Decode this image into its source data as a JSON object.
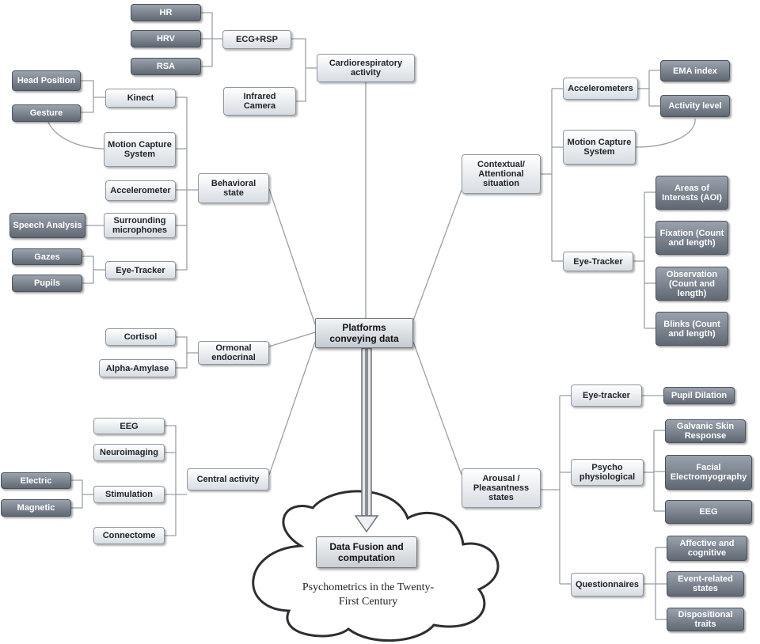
{
  "nodes": {
    "platforms": "Platforms conveying data",
    "data_fusion": "Data Fusion and computation",
    "subtitle": "Psychometrics in the Twenty-First Century",
    "cardio": "Cardiorespiratory activity",
    "ecg_rsp": "ECG+RSP",
    "hr": "HR",
    "hrv": "HRV",
    "rsa": "RSA",
    "infrared": "Infrared Camera",
    "behavioral": "Behavioral state",
    "kinect": "Kinect",
    "head_position": "Head Position",
    "gesture": "Gesture",
    "motion_left": "Motion Capture System",
    "accelerometer": "Accelerometer",
    "surrounding": "Surrounding microphones",
    "speech": "Speech Analysis",
    "eye_left": "Eye-Tracker",
    "gazes": "Gazes",
    "pupils": "Pupils",
    "ormonal": "Ormonal endocrinal",
    "cortisol": "Cortisol",
    "amylase": "Alpha-Amylase",
    "central": "Central activity",
    "eeg_left": "EEG",
    "neuroimaging": "Neuroimaging",
    "stimulation": "Stimulation",
    "electric": "Electric",
    "magnetic": "Magnetic",
    "connectome": "Connectome",
    "contextual": "Contextual/ Attentional situation",
    "accelerometers": "Accelerometers",
    "ema": "EMA index",
    "activity": "Activity level",
    "motion_right": "Motion Capture System",
    "eye_right": "Eye-Tracker",
    "aoi": "Areas of Interests (AOI)",
    "fixation": "Fixation (Count and length)",
    "observation": "Observation (Count and length)",
    "blinks": "Blinks (Count and length)",
    "arousal": "Arousal / Pleasantness states",
    "eyetracker2": "Eye-tracker",
    "pupil_dilation": "Pupil Dilation",
    "psycho": "Psycho physiological",
    "galvanic": "Galvanic Skin Response",
    "facial": "Facial Electromyography",
    "eeg_right": "EEG",
    "questionnaires": "Questionnaires",
    "affective": "Affective and cognitive",
    "event": "Event-related states",
    "dispositional": "Dispositional traits"
  },
  "colors": {
    "dark_node": "#5f6873",
    "light_node": "#e8ecf0",
    "connector": "#9aa0a6",
    "cloud_border": "#2b2f33"
  }
}
